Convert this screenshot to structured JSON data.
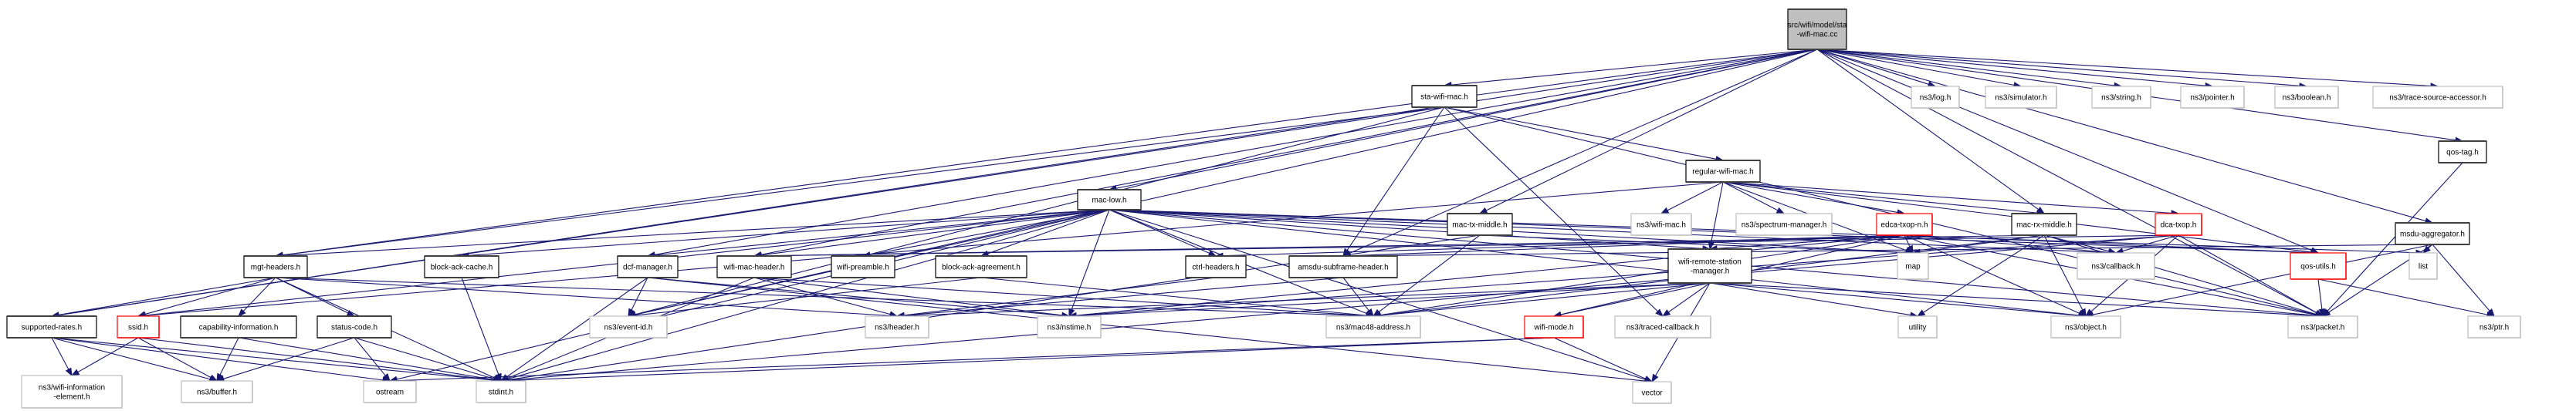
{
  "title": "src/wifi/model/sta-wifi-mac.cc include dependency graph",
  "colors": {
    "edge": "#191970",
    "root_fill": "#bfbfbf",
    "documented_border": "#000000",
    "external_border": "#bfbfbf",
    "truncated_border": "#ff0000"
  },
  "nodes": [
    {
      "id": "root",
      "lines": [
        "src/wifi/model/sta",
        "-wifi-mac.cc"
      ],
      "kind": "root"
    },
    {
      "id": "sta_wifi_mac_h",
      "lines": [
        "sta-wifi-mac.h"
      ],
      "kind": "doc"
    },
    {
      "id": "log_h",
      "lines": [
        "ns3/log.h"
      ],
      "kind": "ext"
    },
    {
      "id": "simulator_h",
      "lines": [
        "ns3/simulator.h"
      ],
      "kind": "ext"
    },
    {
      "id": "string_h",
      "lines": [
        "ns3/string.h"
      ],
      "kind": "ext"
    },
    {
      "id": "pointer_h",
      "lines": [
        "ns3/pointer.h"
      ],
      "kind": "ext"
    },
    {
      "id": "boolean_h",
      "lines": [
        "ns3/boolean.h"
      ],
      "kind": "ext"
    },
    {
      "id": "tsa_h",
      "lines": [
        "ns3/trace-source-accessor.h"
      ],
      "kind": "ext"
    },
    {
      "id": "regular_wifi_mac_h",
      "lines": [
        "regular-wifi-mac.h"
      ],
      "kind": "doc"
    },
    {
      "id": "qos_tag_h",
      "lines": [
        "qos-tag.h"
      ],
      "kind": "doc"
    },
    {
      "id": "mac_low_h",
      "lines": [
        "mac-low.h"
      ],
      "kind": "doc"
    },
    {
      "id": "mac_tx_middle_h",
      "lines": [
        "mac-tx-middle.h"
      ],
      "kind": "doc"
    },
    {
      "id": "wifi_mac_ns3_h",
      "lines": [
        "ns3/wifi-mac.h"
      ],
      "kind": "ext"
    },
    {
      "id": "spectrum_manager_h",
      "lines": [
        "ns3/spectrum-manager.h"
      ],
      "kind": "ext"
    },
    {
      "id": "edca_txop_n_h",
      "lines": [
        "edca-txop-n.h"
      ],
      "kind": "trunc"
    },
    {
      "id": "mac_rx_middle_h",
      "lines": [
        "mac-rx-middle.h"
      ],
      "kind": "doc"
    },
    {
      "id": "dca_txop_h",
      "lines": [
        "dca-txop.h"
      ],
      "kind": "trunc"
    },
    {
      "id": "msdu_aggregator_h",
      "lines": [
        "msdu-aggregator.h"
      ],
      "kind": "doc"
    },
    {
      "id": "mgt_headers_h",
      "lines": [
        "mgt-headers.h"
      ],
      "kind": "doc"
    },
    {
      "id": "block_ack_cache_h",
      "lines": [
        "block-ack-cache.h"
      ],
      "kind": "doc"
    },
    {
      "id": "dcf_manager_h",
      "lines": [
        "dcf-manager.h"
      ],
      "kind": "doc"
    },
    {
      "id": "wifi_mac_header_h",
      "lines": [
        "wifi-mac-header.h"
      ],
      "kind": "doc"
    },
    {
      "id": "wifi_preamble_h",
      "lines": [
        "wifi-preamble.h"
      ],
      "kind": "doc"
    },
    {
      "id": "block_ack_agreement_h",
      "lines": [
        "block-ack-agreement.h"
      ],
      "kind": "doc"
    },
    {
      "id": "ctrl_headers_h",
      "lines": [
        "ctrl-headers.h"
      ],
      "kind": "doc"
    },
    {
      "id": "amsdu_subframe_header_h",
      "lines": [
        "amsdu-subframe-header.h"
      ],
      "kind": "doc"
    },
    {
      "id": "wrsm_h",
      "lines": [
        "wifi-remote-station",
        "-manager.h"
      ],
      "kind": "doc"
    },
    {
      "id": "map",
      "lines": [
        "map"
      ],
      "kind": "ext"
    },
    {
      "id": "callback_h",
      "lines": [
        "ns3/callback.h"
      ],
      "kind": "ext"
    },
    {
      "id": "qos_utils_h",
      "lines": [
        "qos-utils.h"
      ],
      "kind": "trunc"
    },
    {
      "id": "list",
      "lines": [
        "list"
      ],
      "kind": "ext"
    },
    {
      "id": "supported_rates_h",
      "lines": [
        "supported-rates.h"
      ],
      "kind": "doc"
    },
    {
      "id": "ssid_h",
      "lines": [
        "ssid.h"
      ],
      "kind": "trunc"
    },
    {
      "id": "capability_information_h",
      "lines": [
        "capability-information.h"
      ],
      "kind": "doc"
    },
    {
      "id": "status_code_h",
      "lines": [
        "status-code.h"
      ],
      "kind": "doc"
    },
    {
      "id": "event_id_h",
      "lines": [
        "ns3/event-id.h"
      ],
      "kind": "ext"
    },
    {
      "id": "header_h",
      "lines": [
        "ns3/header.h"
      ],
      "kind": "ext"
    },
    {
      "id": "nstime_h",
      "lines": [
        "ns3/nstime.h"
      ],
      "kind": "ext"
    },
    {
      "id": "mac48_address_h",
      "lines": [
        "ns3/mac48-address.h"
      ],
      "kind": "ext"
    },
    {
      "id": "wifi_mode_h",
      "lines": [
        "wifi-mode.h"
      ],
      "kind": "trunc"
    },
    {
      "id": "traced_callback_h",
      "lines": [
        "ns3/traced-callback.h"
      ],
      "kind": "ext"
    },
    {
      "id": "utility",
      "lines": [
        "utility"
      ],
      "kind": "ext"
    },
    {
      "id": "object_h",
      "lines": [
        "ns3/object.h"
      ],
      "kind": "ext"
    },
    {
      "id": "packet_h",
      "lines": [
        "ns3/packet.h"
      ],
      "kind": "ext"
    },
    {
      "id": "ptr_h",
      "lines": [
        "ns3/ptr.h"
      ],
      "kind": "ext"
    },
    {
      "id": "wifi_information_element_h",
      "lines": [
        "ns3/wifi-information",
        "-element.h"
      ],
      "kind": "ext"
    },
    {
      "id": "buffer_h",
      "lines": [
        "ns3/buffer.h"
      ],
      "kind": "ext"
    },
    {
      "id": "ostream",
      "lines": [
        "ostream"
      ],
      "kind": "ext"
    },
    {
      "id": "stdint_h",
      "lines": [
        "stdint.h"
      ],
      "kind": "ext"
    },
    {
      "id": "vector",
      "lines": [
        "vector"
      ],
      "kind": "ext"
    }
  ],
  "edges": [
    [
      "root",
      "sta_wifi_mac_h"
    ],
    [
      "root",
      "log_h"
    ],
    [
      "root",
      "simulator_h"
    ],
    [
      "root",
      "string_h"
    ],
    [
      "root",
      "pointer_h"
    ],
    [
      "root",
      "boolean_h"
    ],
    [
      "root",
      "tsa_h"
    ],
    [
      "root",
      "mac_low_h"
    ],
    [
      "root",
      "mac_tx_middle_h"
    ],
    [
      "root",
      "mac_rx_middle_h"
    ],
    [
      "root",
      "mgt_headers_h"
    ],
    [
      "root",
      "wifi_mac_header_h"
    ],
    [
      "root",
      "amsdu_subframe_header_h"
    ],
    [
      "root",
      "msdu_aggregator_h"
    ],
    [
      "root",
      "qos_tag_h"
    ],
    [
      "root",
      "qos_utils_h"
    ],
    [
      "root",
      "event_id_h"
    ],
    [
      "root",
      "packet_h"
    ],
    [
      "root",
      "supported_rates_h"
    ],
    [
      "root",
      "dcf_manager_h"
    ],
    [
      "sta_wifi_mac_h",
      "regular_wifi_mac_h"
    ],
    [
      "sta_wifi_mac_h",
      "mgt_headers_h"
    ],
    [
      "sta_wifi_mac_h",
      "event_id_h"
    ],
    [
      "sta_wifi_mac_h",
      "traced_callback_h"
    ],
    [
      "sta_wifi_mac_h",
      "amsdu_subframe_header_h"
    ],
    [
      "sta_wifi_mac_h",
      "supported_rates_h"
    ],
    [
      "sta_wifi_mac_h",
      "packet_h"
    ],
    [
      "regular_wifi_mac_h",
      "wifi_mac_ns3_h"
    ],
    [
      "regular_wifi_mac_h",
      "spectrum_manager_h"
    ],
    [
      "regular_wifi_mac_h",
      "edca_txop_n_h"
    ],
    [
      "regular_wifi_mac_h",
      "mac_rx_middle_h"
    ],
    [
      "regular_wifi_mac_h",
      "dca_txop_h"
    ],
    [
      "regular_wifi_mac_h",
      "wrsm_h"
    ],
    [
      "regular_wifi_mac_h",
      "ssid_h"
    ],
    [
      "regular_wifi_mac_h",
      "map"
    ],
    [
      "regular_wifi_mac_h",
      "qos_utils_h"
    ],
    [
      "qos_tag_h",
      "packet_h"
    ],
    [
      "mac_low_h",
      "mgt_headers_h"
    ],
    [
      "mac_low_h",
      "block_ack_cache_h"
    ],
    [
      "mac_low_h",
      "dcf_manager_h"
    ],
    [
      "mac_low_h",
      "wifi_mac_header_h"
    ],
    [
      "mac_low_h",
      "wifi_preamble_h"
    ],
    [
      "mac_low_h",
      "block_ack_agreement_h"
    ],
    [
      "mac_low_h",
      "ctrl_headers_h"
    ],
    [
      "mac_low_h",
      "wrsm_h"
    ],
    [
      "mac_low_h",
      "map"
    ],
    [
      "mac_low_h",
      "callback_h"
    ],
    [
      "mac_low_h",
      "qos_utils_h"
    ],
    [
      "mac_low_h",
      "list"
    ],
    [
      "mac_low_h",
      "event_id_h"
    ],
    [
      "mac_low_h",
      "nstime_h"
    ],
    [
      "mac_low_h",
      "mac48_address_h"
    ],
    [
      "mac_low_h",
      "object_h"
    ],
    [
      "mac_low_h",
      "packet_h"
    ],
    [
      "mac_low_h",
      "stdint_h"
    ],
    [
      "mac_low_h",
      "vector"
    ],
    [
      "mac_low_h",
      "ostream"
    ],
    [
      "mac_low_h",
      "ssid_h"
    ],
    [
      "mac_tx_middle_h",
      "map"
    ],
    [
      "mac_tx_middle_h",
      "mac48_address_h"
    ],
    [
      "mac_tx_middle_h",
      "stdint_h"
    ],
    [
      "edca_txop_n_h",
      "ctrl_headers_h"
    ],
    [
      "edca_txop_n_h",
      "amsdu_subframe_header_h"
    ],
    [
      "edca_txop_n_h",
      "wrsm_h"
    ],
    [
      "edca_txop_n_h",
      "map"
    ],
    [
      "edca_txop_n_h",
      "callback_h"
    ],
    [
      "edca_txop_n_h",
      "qos_utils_h"
    ],
    [
      "edca_txop_n_h",
      "mac48_address_h"
    ],
    [
      "edca_txop_n_h",
      "object_h"
    ],
    [
      "edca_txop_n_h",
      "packet_h"
    ],
    [
      "edca_txop_n_h",
      "wifi_mode_h"
    ],
    [
      "edca_txop_n_h",
      "nstime_h"
    ],
    [
      "mac_rx_middle_h",
      "map"
    ],
    [
      "mac_rx_middle_h",
      "callback_h"
    ],
    [
      "mac_rx_middle_h",
      "packet_h"
    ],
    [
      "mac_rx_middle_h",
      "utility"
    ],
    [
      "mac_rx_middle_h",
      "mac48_address_h"
    ],
    [
      "mac_rx_middle_h",
      "wifi_mac_header_h"
    ],
    [
      "mac_rx_middle_h",
      "object_h"
    ],
    [
      "dca_txop_h",
      "callback_h"
    ],
    [
      "dca_txop_h",
      "packet_h"
    ],
    [
      "dca_txop_h",
      "object_h"
    ],
    [
      "dca_txop_h",
      "stdint_h"
    ],
    [
      "dca_txop_h",
      "wifi_mac_header_h"
    ],
    [
      "dca_txop_h",
      "nstime_h"
    ],
    [
      "msdu_aggregator_h",
      "list"
    ],
    [
      "msdu_aggregator_h",
      "packet_h"
    ],
    [
      "msdu_aggregator_h",
      "ptr_h"
    ],
    [
      "msdu_aggregator_h",
      "object_h"
    ],
    [
      "msdu_aggregator_h",
      "amsdu_subframe_header_h"
    ],
    [
      "mgt_headers_h",
      "supported_rates_h"
    ],
    [
      "mgt_headers_h",
      "ssid_h"
    ],
    [
      "mgt_headers_h",
      "capability_information_h"
    ],
    [
      "mgt_headers_h",
      "status_code_h"
    ],
    [
      "mgt_headers_h",
      "header_h"
    ],
    [
      "mgt_headers_h",
      "stdint_h"
    ],
    [
      "mgt_headers_h",
      "mac48_address_h"
    ],
    [
      "block_ack_cache_h",
      "stdint_h"
    ],
    [
      "dcf_manager_h",
      "event_id_h"
    ],
    [
      "dcf_manager_h",
      "nstime_h"
    ],
    [
      "dcf_manager_h",
      "stdint_h"
    ],
    [
      "dcf_manager_h",
      "vector"
    ],
    [
      "wifi_mac_header_h",
      "header_h"
    ],
    [
      "wifi_mac_header_h",
      "nstime_h"
    ],
    [
      "wifi_mac_header_h",
      "mac48_address_h"
    ],
    [
      "wifi_mac_header_h",
      "stdint_h"
    ],
    [
      "block_ack_agreement_h",
      "mac48_address_h"
    ],
    [
      "block_ack_agreement_h",
      "event_id_h"
    ],
    [
      "ctrl_headers_h",
      "header_h"
    ],
    [
      "amsdu_subframe_header_h",
      "header_h"
    ],
    [
      "amsdu_subframe_header_h",
      "mac48_address_h"
    ],
    [
      "wrsm_h",
      "mac48_address_h"
    ],
    [
      "wrsm_h",
      "traced_callback_h"
    ],
    [
      "wrsm_h",
      "nstime_h"
    ],
    [
      "wrsm_h",
      "wifi_mode_h"
    ],
    [
      "wrsm_h",
      "utility"
    ],
    [
      "wrsm_h",
      "object_h"
    ],
    [
      "wrsm_h",
      "packet_h"
    ],
    [
      "wrsm_h",
      "vector"
    ],
    [
      "wrsm_h",
      "header_h"
    ],
    [
      "qos_utils_h",
      "packet_h"
    ],
    [
      "qos_utils_h",
      "ptr_h"
    ],
    [
      "supported_rates_h",
      "wifi_information_element_h"
    ],
    [
      "supported_rates_h",
      "buffer_h"
    ],
    [
      "supported_rates_h",
      "stdint_h"
    ],
    [
      "supported_rates_h",
      "ostream"
    ],
    [
      "ssid_h",
      "wifi_information_element_h"
    ],
    [
      "ssid_h",
      "buffer_h"
    ],
    [
      "ssid_h",
      "stdint_h"
    ],
    [
      "capability_information_h",
      "buffer_h"
    ],
    [
      "capability_information_h",
      "stdint_h"
    ],
    [
      "status_code_h",
      "buffer_h"
    ],
    [
      "status_code_h",
      "ostream"
    ],
    [
      "status_code_h",
      "stdint_h"
    ],
    [
      "wifi_mode_h",
      "vector"
    ],
    [
      "wifi_mode_h",
      "stdint_h"
    ],
    [
      "wifi_mode_h",
      "ostream"
    ]
  ]
}
